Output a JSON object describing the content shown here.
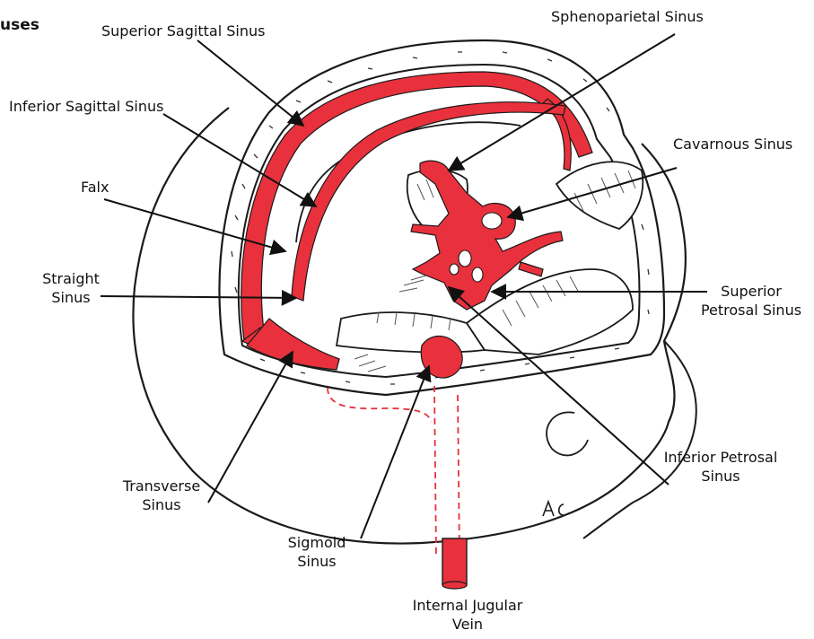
{
  "diagram": {
    "title_fragment": "uses",
    "labels": {
      "superior_sagittal": "Superior Sagittal Sinus",
      "inferior_sagittal": "Inferior Sagittal Sinus",
      "falx": "Falx",
      "straight_1": "Straight",
      "straight_2": "Sinus",
      "transverse_1": "Transverse",
      "transverse_2": "Sinus",
      "sigmoid_1": "Sigmold",
      "sigmoid_2": "Sinus",
      "jugular_1": "Internal Jugular",
      "jugular_2": "Vein",
      "inferior_petrosal_1": "Inferior Petrosal",
      "inferior_petrosal_2": "Sinus",
      "superior_petrosal_1": "Superior",
      "superior_petrosal_2": "Petrosal Sinus",
      "cavernous": "Cavarnous Sinus",
      "sphenoparietal": "Sphenoparietal Sinus"
    },
    "artist_mark": "AC"
  },
  "colors": {
    "sinus_red": "#e8313c",
    "ink": "#1a1a1a",
    "background": "#ffffff"
  }
}
